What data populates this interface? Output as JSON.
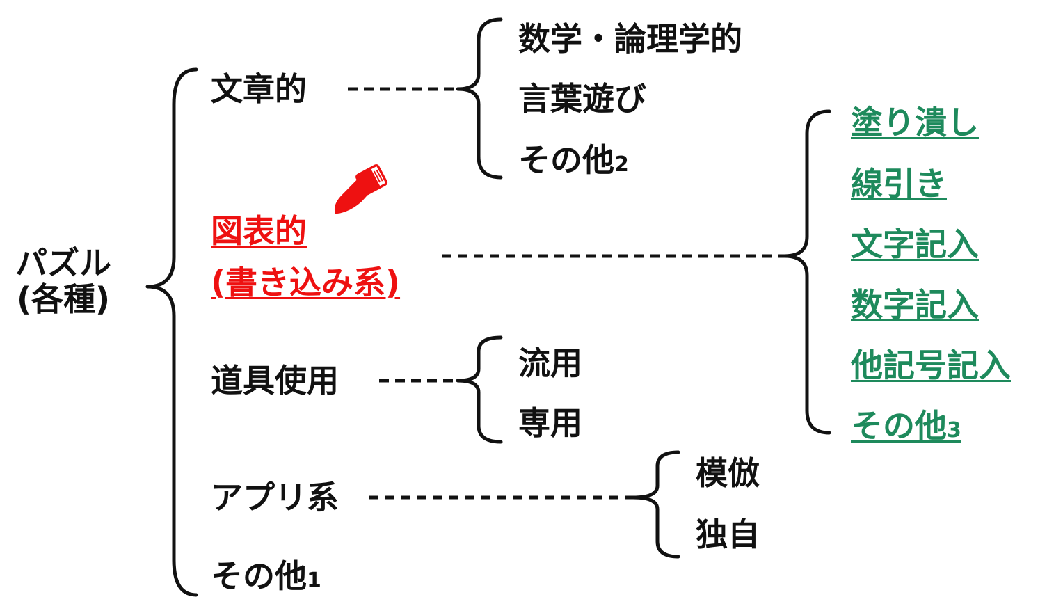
{
  "root": {
    "line1": "パズル",
    "line2": "(各種)"
  },
  "categories": {
    "bunshou": "文章的",
    "zuhyou_line1": "図表的",
    "zuhyou_line2": "(書き込み系)",
    "dougu": "道具使用",
    "app": "アプリ系",
    "sonota1": {
      "text": "その他",
      "sub": "1"
    }
  },
  "bunshou_children": {
    "item1": "数学・論理学的",
    "item2": "言葉遊び",
    "item3": {
      "text": "その他",
      "sub": "2"
    }
  },
  "zuhyou_children": {
    "item1": "塗り潰し",
    "item2": "線引き",
    "item3": "文字記入",
    "item4": "数字記入",
    "item5": "他記号記入",
    "item6": {
      "text": "その他",
      "sub": "3"
    }
  },
  "dougu_children": {
    "item1": "流用",
    "item2": "専用"
  },
  "app_children": {
    "item1": "模倣",
    "item2": "独自"
  },
  "colors": {
    "text": "#111111",
    "highlight": "#ee1111",
    "link": "#1e8a5c"
  },
  "icons": {
    "pointer": "pointing-hand-icon"
  }
}
